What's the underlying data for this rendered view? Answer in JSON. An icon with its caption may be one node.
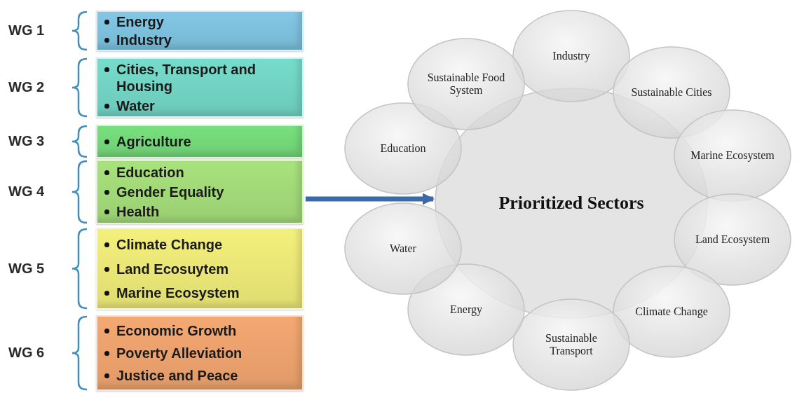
{
  "diagram": {
    "nodes": [
      {
        "text": [
          "Energy",
          "Industry"
        ],
        "beside": [
          "WG 1"
        ]
      },
      {
        "text": [
          "Cities, Transport and Housing",
          "Water"
        ],
        "beside": [
          "WG 2"
        ]
      },
      {
        "text": [
          "Agriculture"
        ],
        "beside": [
          "WG 3"
        ]
      },
      {
        "text": [
          "Education",
          "Gender Equality",
          "Health"
        ],
        "beside": [
          "WG 4"
        ]
      },
      {
        "text": [
          "Climate Change",
          "Land Ecosuytem",
          "Marine Ecosystem"
        ],
        "beside": [
          "WG 5"
        ]
      },
      {
        "text": [
          "Economic Growth",
          "Poverty Alleviation",
          "Justice and Peace"
        ],
        "beside": [
          "WG 6"
        ]
      },
      {
        "text": [
          "Prioritized Sectors"
        ]
      },
      {
        "text": [
          "Industry"
        ]
      },
      {
        "text": [
          "Sustainable Cities"
        ]
      },
      {
        "text": [
          "Marine Ecosystem"
        ]
      },
      {
        "text": [
          "Land Ecosystem"
        ]
      },
      {
        "text": [
          "Climate Change"
        ]
      },
      {
        "text": [
          "Sustainable Transport"
        ]
      },
      {
        "text": [
          "Energy"
        ]
      },
      {
        "text": [
          "Water"
        ]
      },
      {
        "text": [
          "Education"
        ]
      },
      {
        "text": [
          "Sustainable Food System"
        ]
      }
    ],
    "edges": [
      {
        "from": 3,
        "to": 6,
        "arrow": "to"
      }
    ]
  }
}
